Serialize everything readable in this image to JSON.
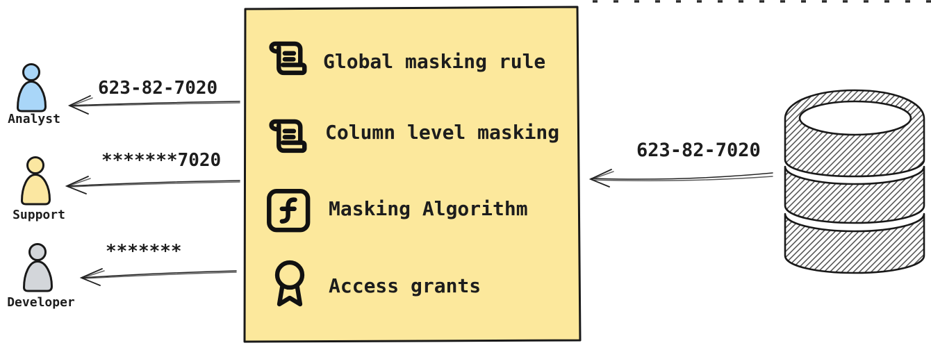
{
  "box": {
    "fill": "#fce89c",
    "items": [
      {
        "icon": "scroll-icon",
        "label": "Global masking rule"
      },
      {
        "icon": "scroll-icon",
        "label": "Column level masking"
      },
      {
        "icon": "function-icon",
        "label": "Masking Algorithm"
      },
      {
        "icon": "award-icon",
        "label": "Access grants"
      }
    ]
  },
  "users": [
    {
      "name": "Analyst",
      "value": "623-82-7020",
      "fill": "#a9d6f8"
    },
    {
      "name": "Support",
      "value": "*******7020",
      "fill": "#fbe7a1"
    },
    {
      "name": "Developer",
      "value": "*******",
      "fill": "#d3d6da"
    }
  ],
  "database": {
    "value": "623-82-7020"
  },
  "colors": {
    "stroke": "#191919",
    "hatch": "#3f3f3f"
  }
}
